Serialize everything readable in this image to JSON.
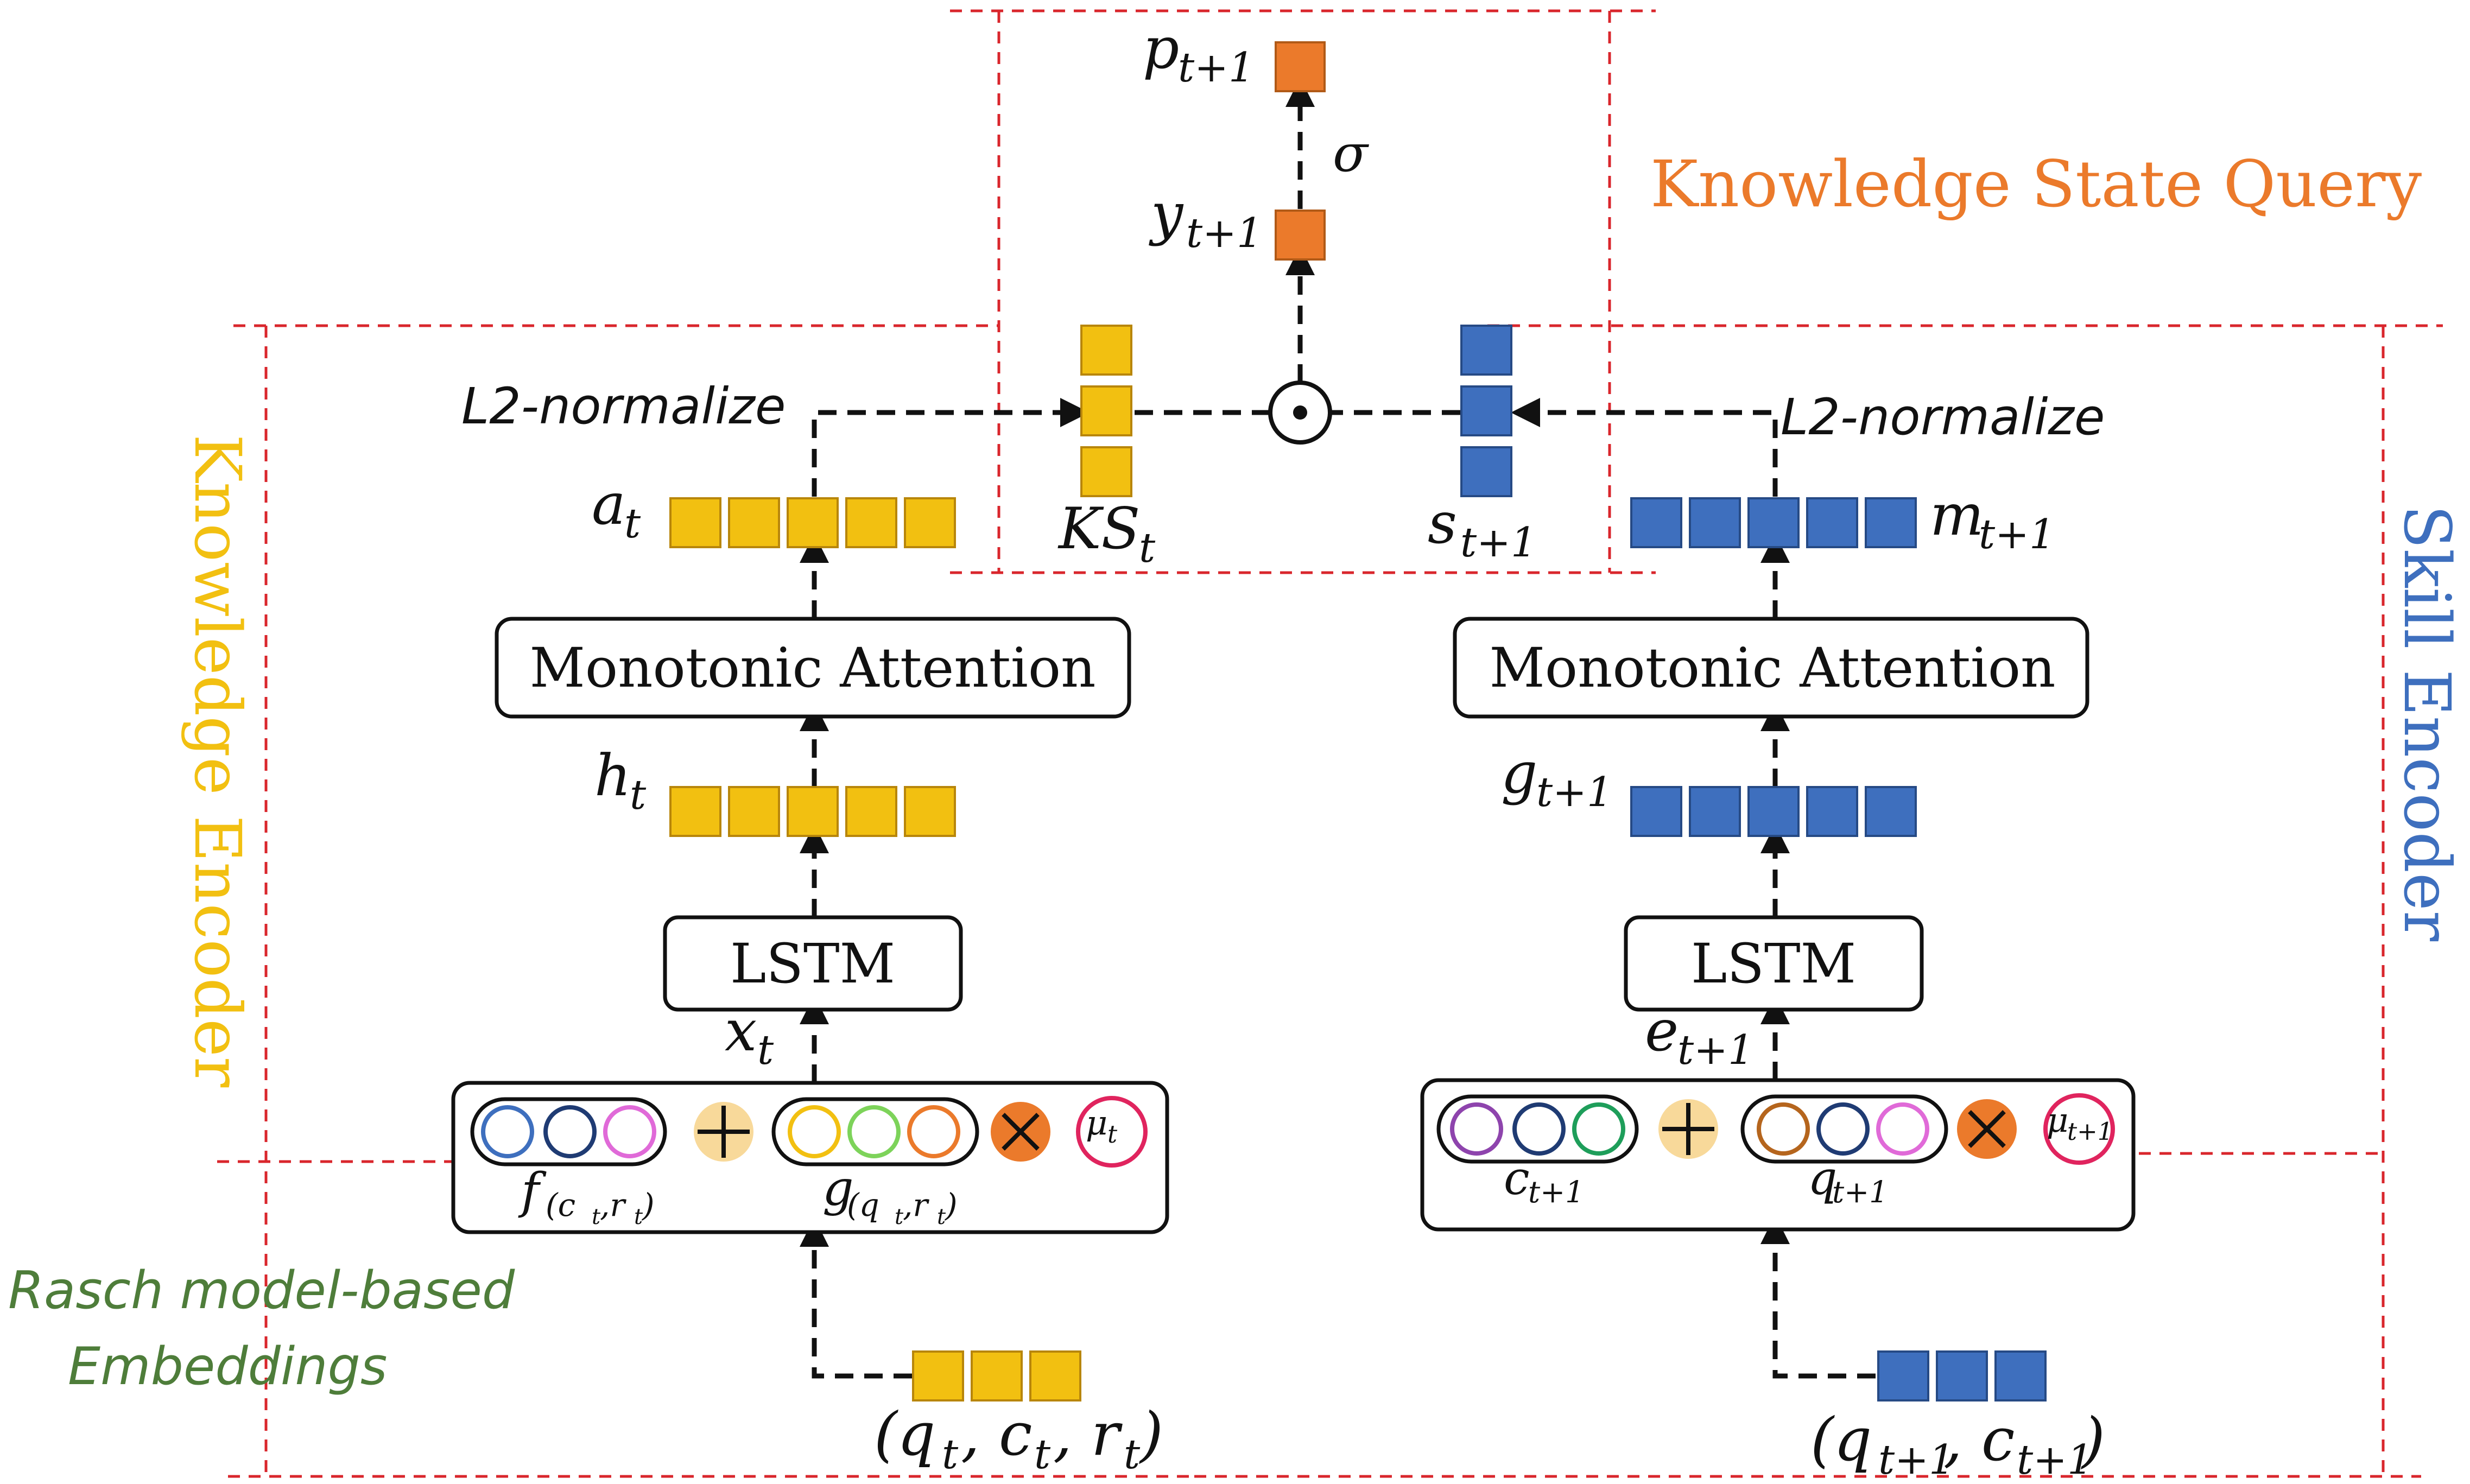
{
  "colors": {
    "knowledge_yellow": "#f2c011",
    "skill_blue": "#3e6fbe",
    "query_orange": "#eb7a2b",
    "region_red": "#d9262c",
    "embed_green": "#4e7d3a"
  },
  "regions": {
    "query_label": "Knowledge State Query",
    "knowledge_encoder_label": "Knowledge Encoder",
    "skill_encoder_label": "Skill Encoder",
    "embeddings_label_line1": "Rasch model-based",
    "embeddings_label_line2": "Embeddings"
  },
  "left": {
    "monotonic_attention": "Monotonic Attention",
    "lstm": "LSTM",
    "l2_normalize": "L2-normalize",
    "a_base": "a",
    "a_sub": "t",
    "h_base": "h",
    "h_sub": "t",
    "x_base": "x",
    "x_sub": "t",
    "f_label": "f",
    "f_sub": "(c",
    "f_subsub1": "t",
    "f_sub_mid": ",r",
    "f_subsub2": "t",
    "f_sub_end": ")",
    "g_label": "g",
    "g_sub": "(q",
    "g_subsub1": "t",
    "g_sub_mid": ",r",
    "g_subsub2": "t",
    "g_sub_end": ")",
    "mu_base": "μ",
    "mu_sub": "t",
    "input_text": "(q",
    "input_sub1": "t",
    "input_mid1": ", c",
    "input_sub2": "t",
    "input_mid2": ", r",
    "input_sub3": "t",
    "input_end": ")"
  },
  "right": {
    "monotonic_attention": "Monotonic Attention",
    "lstm": "LSTM",
    "l2_normalize": "L2-normalize",
    "m_base": "m",
    "m_sub": "t+1",
    "g_base": "g",
    "g_sub": "t+1",
    "e_base": "e",
    "e_sub": "t+1",
    "c_label": "c",
    "c_sub": "t+1",
    "q_label": "q",
    "q_sub": "t+1",
    "mu_base": "μ",
    "mu_sub": "t+1",
    "input_text": "(q",
    "input_sub1": "t+1",
    "input_mid": ", c",
    "input_sub2": "t+1",
    "input_end": ")"
  },
  "center": {
    "ks_base": "KS",
    "ks_sub": "t",
    "s_base": "s",
    "s_sub": "t+1",
    "y_base": "y",
    "y_sub": "t+1",
    "p_base": "p",
    "p_sub": "t+1",
    "sigma": "σ",
    "product_symbol": "⊙"
  },
  "circles": {
    "f_rings": [
      "#3e6fbe",
      "#1f3b73",
      "#e06ad8"
    ],
    "g_rings": [
      "#f2c011",
      "#7dd35a",
      "#eb7a2b"
    ],
    "c_rings": [
      "#8e44ad",
      "#1f3b73",
      "#1e9e5a"
    ],
    "q_rings": [
      "#b5651d",
      "#1f3b73",
      "#e06ad8"
    ],
    "mu_ring": "#e0245e",
    "plus_fill": "#f8d99a",
    "times_fill": "#eb7a2b"
  }
}
